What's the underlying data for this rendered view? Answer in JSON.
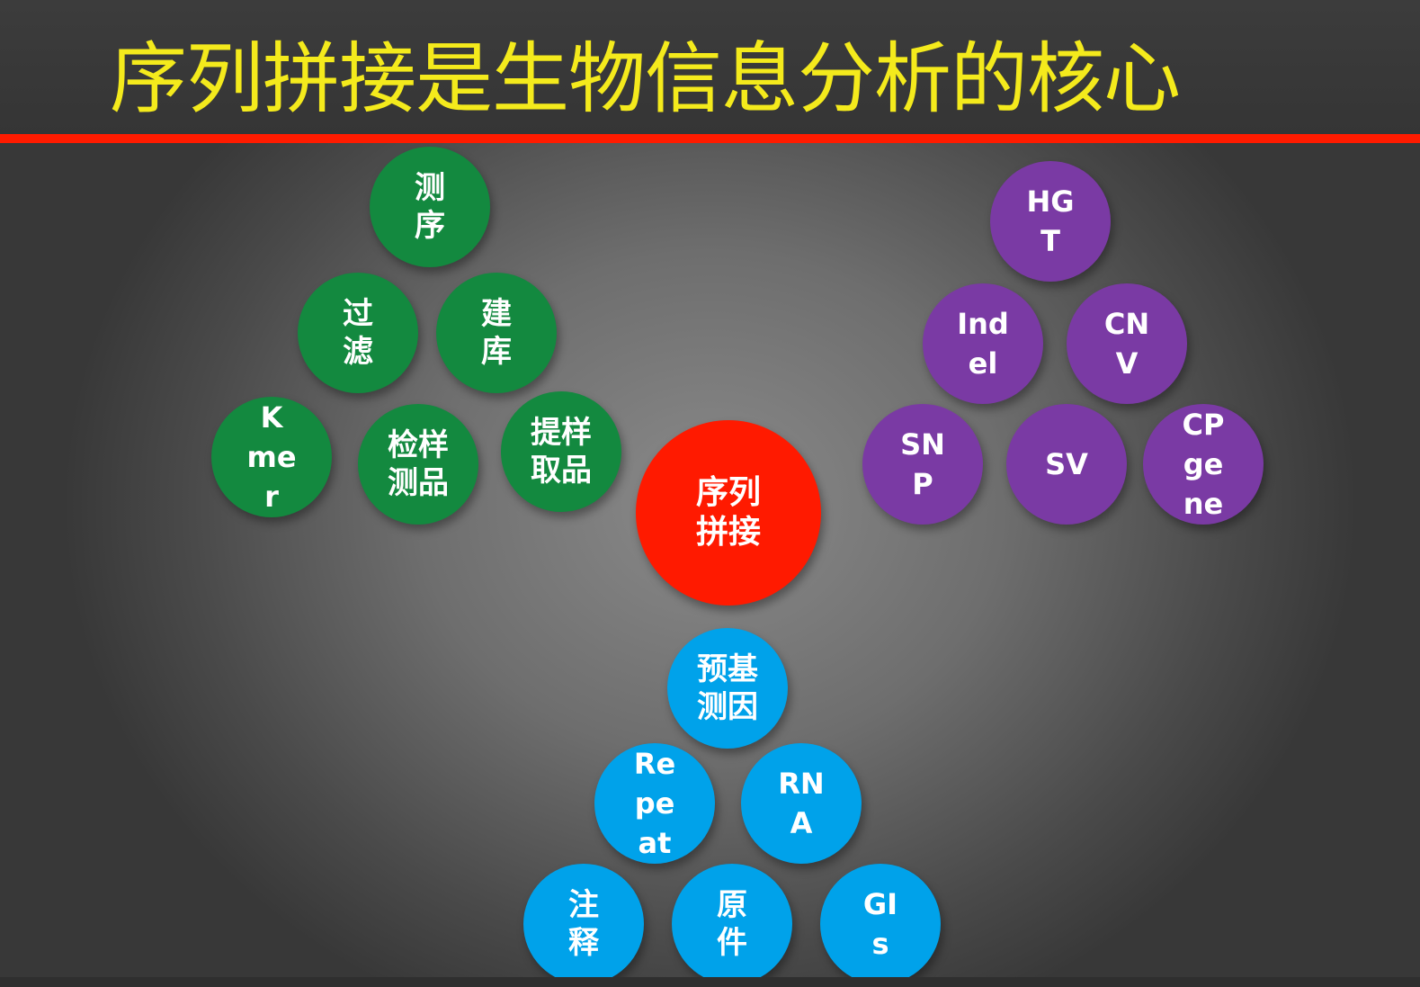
{
  "title": "序列拼接是生物信息分析的核心",
  "center": "序列\n拼接",
  "upstream": {
    "sequencing": "测\n序",
    "filtering": "过\n滤",
    "library": "建\n库",
    "kmer": "K\nme\nr",
    "sample_qc": "检样\n测品",
    "sample_extract": "提样\n取品"
  },
  "variation": {
    "hgt": "HG\nT",
    "indel": "Ind\nel",
    "cnv": "CN\nV",
    "snp": "SN\nP",
    "sv": "SV",
    "cpgene": "CP\nge\nne"
  },
  "annotation": {
    "gene_prediction": "预基\n测因",
    "repeat": "Re\npe\nat",
    "rna": "RN\nA",
    "element_annotation": "注\n释",
    "element": "原\n件",
    "gis": "GI\ns"
  },
  "colors": {
    "title": "#f4ea1c",
    "rule": "#ff1b00",
    "green": "#13893f",
    "purple": "#7a3aa4",
    "blue": "#00a2ea",
    "center": "#ff1a00"
  }
}
